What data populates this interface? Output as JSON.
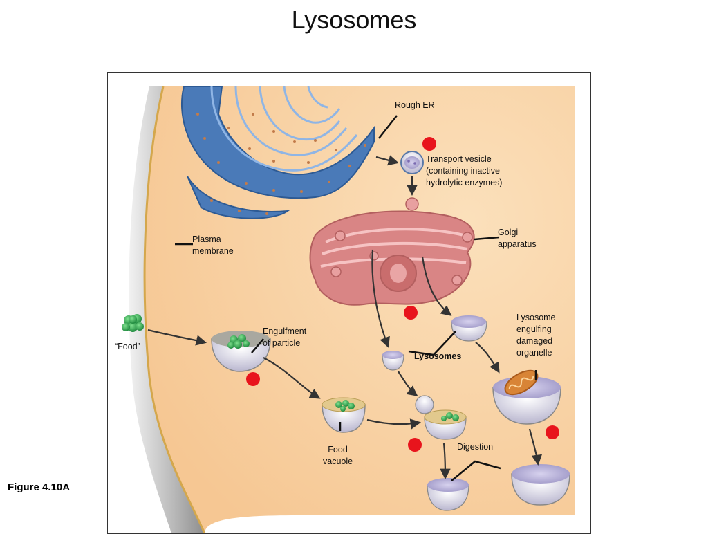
{
  "slide": {
    "title": "Lysosomes",
    "figure_label": "Figure 4.10A"
  },
  "labels": {
    "rough_er": "Rough ER",
    "transport_vesicle": "Transport vesicle\n(containing inactive\nhydrolytic enzymes)",
    "golgi": "Golgi\napparatus",
    "plasma_membrane": "Plasma\nmembrane",
    "food": "“Food”",
    "engulfment": "Engulfment\nof particle",
    "lysosomes": "Lysosomes",
    "lysosome_engulfing": "Lysosome\nengulfing\ndamaged\norganelle",
    "food_vacuole": "Food\nvacuole",
    "digestion": "Digestion"
  },
  "colors": {
    "cytoplasm": "#f9d3a3",
    "membrane": "#c8c8c8",
    "er": "#4a7ab8",
    "golgi": "#d98585",
    "marker": "#e8141c",
    "food": "#3aa55a",
    "vesicle": "#b8b3d8",
    "mitochondrion": "#d88436"
  }
}
